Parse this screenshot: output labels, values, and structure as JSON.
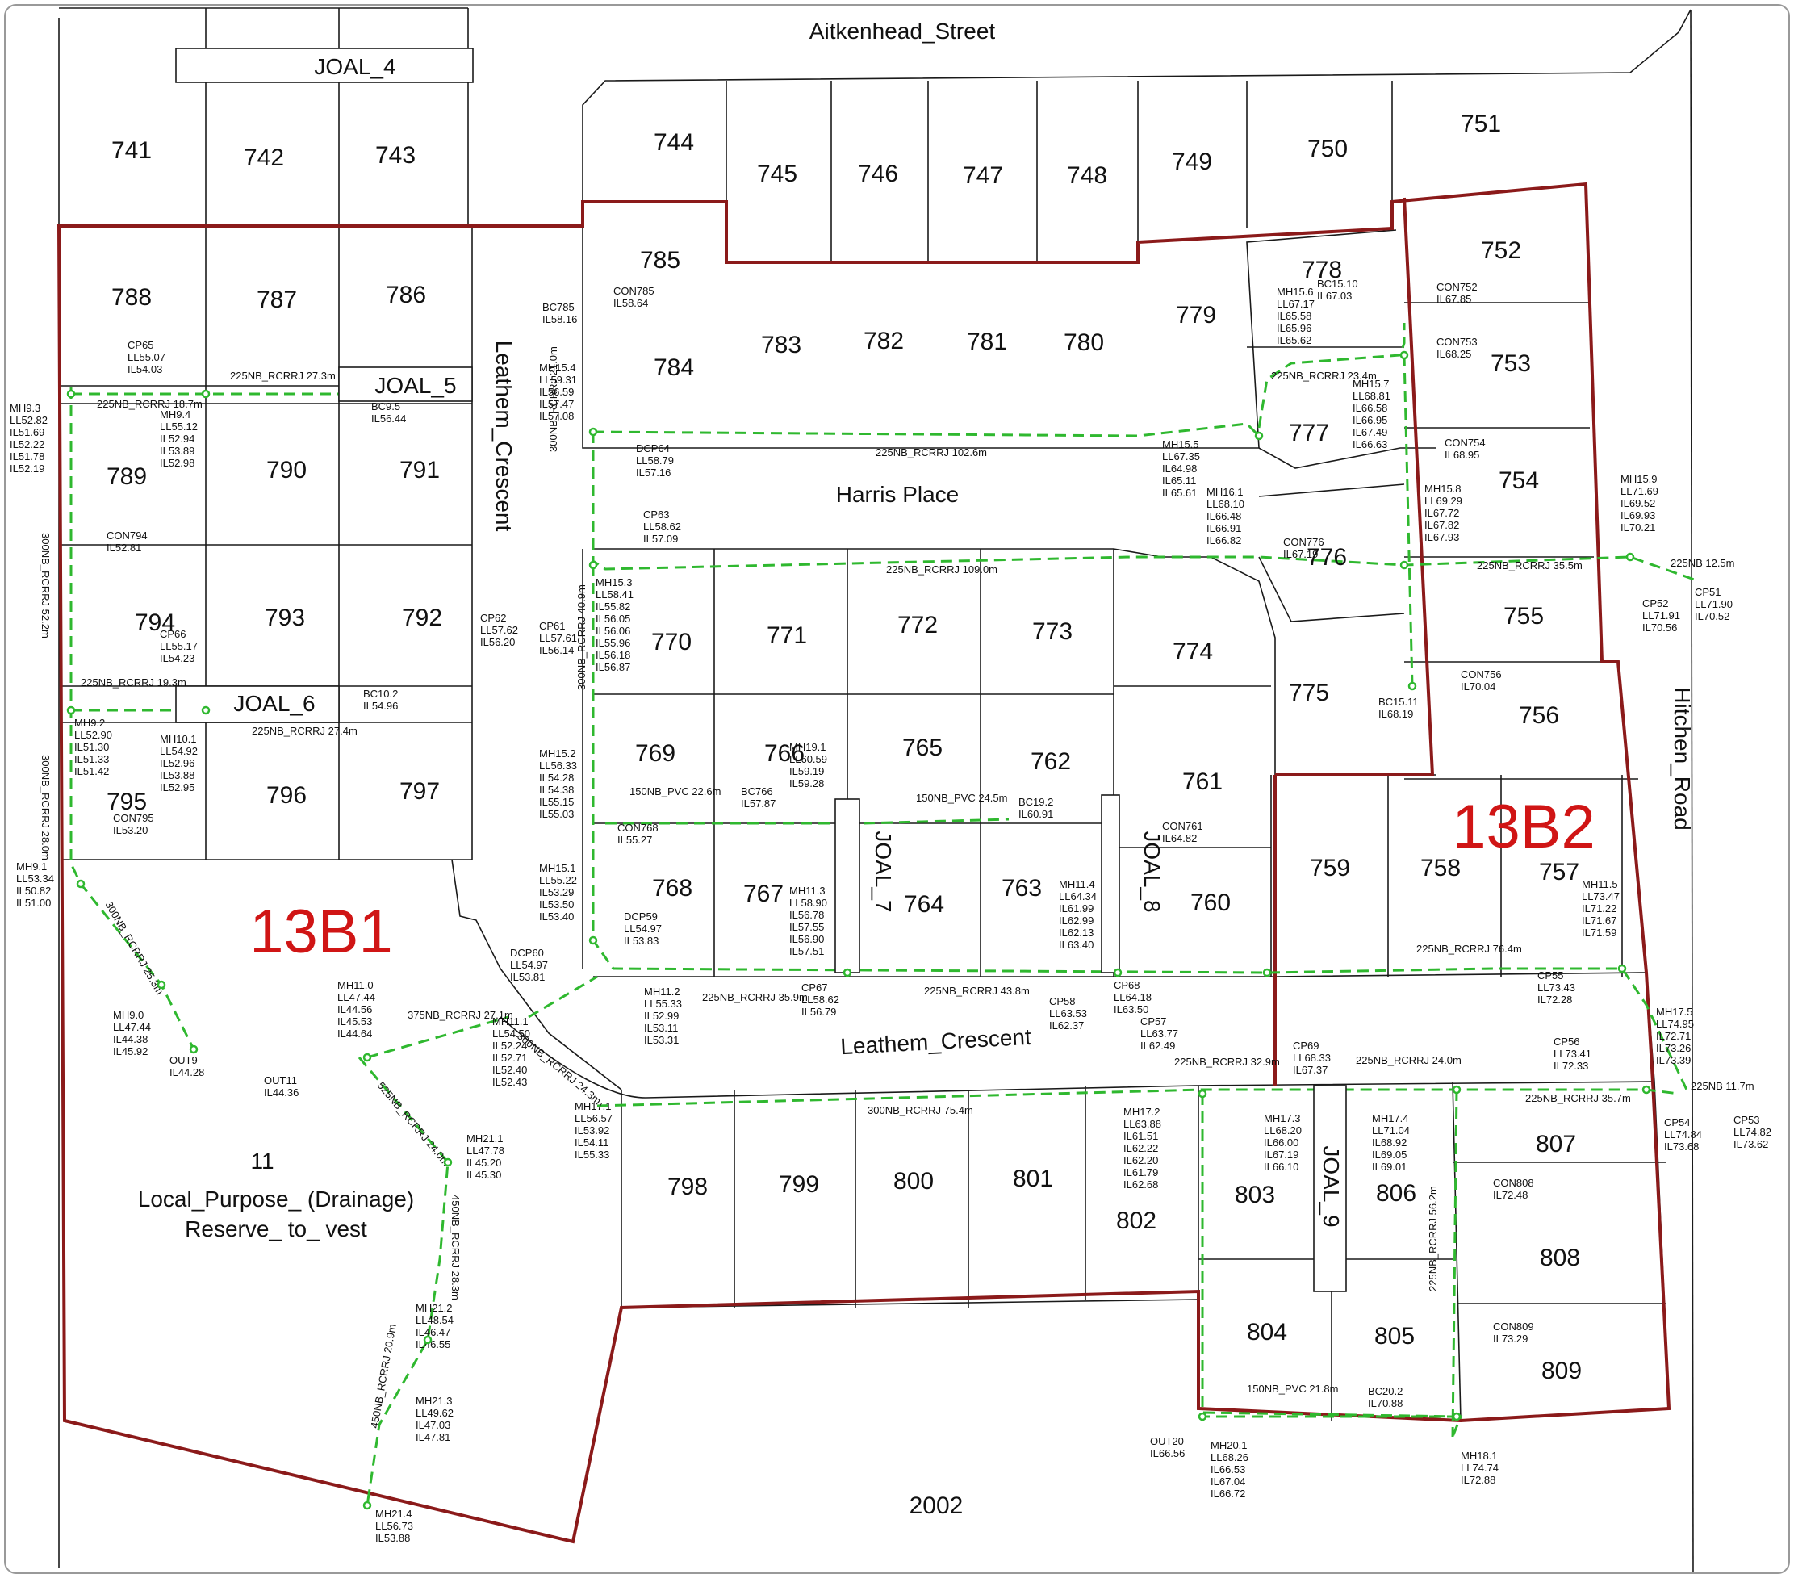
{
  "streets": {
    "aitkenhead": "Aitkenhead_Street",
    "harris": "Harris Place",
    "leathem_top": "Leathem_Crescent",
    "leathem_bottom": "Leathem_Crescent",
    "hitchen": "Hitchen_Road"
  },
  "stages": {
    "b1": "13B1",
    "b2": "13B2"
  },
  "joals": {
    "j4": "JOAL_4",
    "j5": "JOAL_5",
    "j6": "JOAL_6",
    "j7": "JOAL_7",
    "j8": "JOAL_8",
    "j9": "JOAL_9"
  },
  "reserve": {
    "number": "11",
    "line1": "Local_Purpose_ (Drainage)",
    "line2": "Reserve_ to_ vest"
  },
  "lots": {
    "l741": "741",
    "l742": "742",
    "l743": "743",
    "l744": "744",
    "l745": "745",
    "l746": "746",
    "l747": "747",
    "l748": "748",
    "l749": "749",
    "l750": "750",
    "l751": "751",
    "l752": "752",
    "l753": "753",
    "l754": "754",
    "l755": "755",
    "l756": "756",
    "l757": "757",
    "l758": "758",
    "l759": "759",
    "l760": "760",
    "l761": "761",
    "l762": "762",
    "l763": "763",
    "l764": "764",
    "l765": "765",
    "l766": "766",
    "l767": "767",
    "l768": "768",
    "l769": "769",
    "l770": "770",
    "l771": "771",
    "l772": "772",
    "l773": "773",
    "l774": "774",
    "l775": "775",
    "l776": "776",
    "l777": "777",
    "l778": "778",
    "l779": "779",
    "l780": "780",
    "l781": "781",
    "l782": "782",
    "l783": "783",
    "l784": "784",
    "l785": "785",
    "l786": "786",
    "l787": "787",
    "l788": "788",
    "l789": "789",
    "l790": "790",
    "l791": "791",
    "l792": "792",
    "l793": "793",
    "l794": "794",
    "l795": "795",
    "l796": "796",
    "l797": "797",
    "l798": "798",
    "l799": "799",
    "l800": "800",
    "l801": "801",
    "l802": "802",
    "l803": "803",
    "l804": "804",
    "l805": "805",
    "l806": "806",
    "l807": "807",
    "l808": "808",
    "l809": "809",
    "l2002": "2002"
  },
  "notes": {
    "mh93": [
      "MH9.3",
      "LL52.82",
      "IL51.69",
      "IL52.22",
      "IL51.78",
      "IL52.19"
    ],
    "mh92": [
      "MH9.2",
      "LL52.90",
      "IL51.30",
      "IL51.33",
      "IL51.42"
    ],
    "mh91": [
      "MH9.1",
      "LL53.34",
      "IL50.82",
      "IL51.00"
    ],
    "mh90": [
      "MH9.0",
      "LL47.44",
      "IL44.38",
      "IL45.92"
    ],
    "out9": [
      "OUT9",
      "IL44.28"
    ],
    "mh110": [
      "MH11.0",
      "LL47.44",
      "IL44.56",
      "IL45.53",
      "IL44.64"
    ],
    "out11": [
      "OUT11",
      "IL44.36"
    ],
    "mh111": [
      "MH11.1",
      "LL54.50",
      "IL52.24",
      "IL52.71",
      "IL52.40",
      "IL52.43"
    ],
    "mh112": [
      "MH11.2",
      "LL55.33",
      "IL52.99",
      "IL53.11",
      "IL53.31"
    ],
    "mh211": [
      "MH21.1",
      "LL47.78",
      "IL45.20",
      "IL45.30"
    ],
    "mh212": [
      "MH21.2",
      "LL48.54",
      "IL46.47",
      "IL46.55"
    ],
    "mh213": [
      "MH21.3",
      "LL49.62",
      "IL47.03",
      "IL47.81"
    ],
    "mh214": [
      "MH21.4",
      "LL56.73",
      "IL53.88"
    ],
    "mh171": [
      "MH17.1",
      "LL56.57",
      "IL53.92",
      "IL54.11",
      "IL55.33"
    ],
    "mh151": [
      "MH15.1",
      "LL55.22",
      "IL53.29",
      "IL53.50",
      "IL53.40"
    ],
    "mh152": [
      "MH15.2",
      "LL56.33",
      "IL54.28",
      "IL54.38",
      "IL55.15",
      "IL55.03"
    ],
    "mh153": [
      "MH15.3",
      "LL58.41",
      "IL55.82",
      "IL56.05",
      "IL56.06",
      "IL55.96",
      "IL56.18",
      "IL56.87"
    ],
    "mh154": [
      "MH15.4",
      "LL59.31",
      "IL56.59",
      "IL57.47",
      "IL57.08"
    ],
    "mh155": [
      "MH15.5",
      "LL67.35",
      "IL64.98",
      "IL65.11",
      "IL65.61"
    ],
    "mh156": [
      "MH15.6",
      "LL67.17",
      "IL65.58",
      "IL65.96",
      "IL65.62"
    ],
    "mh157": [
      "MH15.7",
      "LL68.81",
      "IL66.58",
      "IL66.95",
      "IL67.49",
      "IL66.63"
    ],
    "mh158": [
      "MH15.8",
      "LL69.29",
      "IL67.72",
      "IL67.82",
      "IL67.93"
    ],
    "mh159": [
      "MH15.9",
      "LL71.69",
      "IL69.52",
      "IL69.93",
      "IL70.21"
    ],
    "mh161": [
      "MH16.1",
      "LL68.10",
      "IL66.48",
      "IL66.91",
      "IL66.82"
    ],
    "mh94": [
      "MH9.4",
      "LL55.12",
      "IL52.94",
      "IL53.89",
      "IL52.98"
    ],
    "mh101": [
      "MH10.1",
      "LL54.92",
      "IL52.96",
      "IL53.88",
      "IL52.95"
    ],
    "mh113": [
      "MH11.3",
      "LL58.90",
      "IL56.78",
      "IL57.55",
      "IL56.90",
      "IL57.51"
    ],
    "mh114": [
      "MH11.4",
      "LL64.34",
      "IL61.99",
      "IL62.99",
      "IL62.13",
      "IL63.40"
    ],
    "mh115": [
      "MH11.5",
      "LL73.47",
      "IL71.22",
      "IL71.67",
      "IL71.59"
    ],
    "mh175": [
      "MH17.5",
      "LL74.95",
      "IL72.71",
      "IL73.26",
      "IL73.39"
    ],
    "mh172": [
      "MH17.2",
      "LL63.88",
      "IL61.51",
      "IL62.22",
      "IL62.20",
      "IL61.79",
      "IL62.68"
    ],
    "mh173": [
      "MH17.3",
      "LL68.20",
      "IL66.00",
      "IL67.19",
      "IL66.10"
    ],
    "mh174": [
      "MH17.4",
      "LL71.04",
      "IL68.92",
      "IL69.05",
      "IL69.01"
    ],
    "mh181": [
      "MH18.1",
      "LL74.74",
      "IL72.88"
    ],
    "mh201": [
      "MH20.1",
      "LL68.26",
      "IL66.53",
      "IL67.04",
      "IL66.72"
    ],
    "mh191": [
      "MH19.1",
      "LL60.59",
      "IL59.19",
      "IL59.28"
    ],
    "out20": [
      "OUT20",
      "IL66.56"
    ],
    "bc202": [
      "BC20.2",
      "IL70.88"
    ],
    "bc785": [
      "BC785",
      "IL58.16"
    ],
    "bc1510": [
      "BC15.10",
      "IL67.03"
    ],
    "bc1511": [
      "BC15.11",
      "IL68.19"
    ],
    "bc95": [
      "BC9.5",
      "IL56.44"
    ],
    "bc102": [
      "BC10.2",
      "IL54.96"
    ],
    "bc192": [
      "BC19.2",
      "IL60.91"
    ],
    "bc766": [
      "BC766",
      "IL57.87"
    ],
    "cp65": [
      "CP65",
      "LL55.07",
      "IL54.03"
    ],
    "cp66": [
      "CP66",
      "LL55.17",
      "IL54.23"
    ],
    "cp63": [
      "CP63",
      "LL58.62",
      "IL57.09"
    ],
    "cp62": [
      "CP62",
      "LL57.62",
      "IL56.20"
    ],
    "cp61": [
      "CP61",
      "LL57.61",
      "IL56.14"
    ],
    "cp67": [
      "CP67",
      "LL58.62",
      "IL56.79"
    ],
    "cp58": [
      "CP58",
      "LL63.53",
      "IL62.37"
    ],
    "cp57": [
      "CP57",
      "LL63.77",
      "IL62.49"
    ],
    "cp68": [
      "CP68",
      "LL64.18",
      "IL63.50"
    ],
    "cp69": [
      "CP69",
      "LL68.33",
      "IL67.37"
    ],
    "cp55": [
      "CP55",
      "LL73.43",
      "IL72.28"
    ],
    "cp56": [
      "CP56",
      "LL73.41",
      "IL72.33"
    ],
    "cp54": [
      "CP54",
      "LL74.84",
      "IL73.68"
    ],
    "cp53": [
      "CP53",
      "LL74.82",
      "IL73.62"
    ],
    "cp52": [
      "CP52",
      "LL71.91",
      "IL70.56"
    ],
    "cp51": [
      "CP51",
      "LL71.90",
      "IL70.52"
    ],
    "dcp64": [
      "DCP64",
      "LL58.79",
      "IL57.16"
    ],
    "dcp59": [
      "DCP59",
      "LL54.97",
      "IL53.83"
    ],
    "dcp60": [
      "DCP60",
      "LL54.97",
      "IL53.81"
    ],
    "con785": [
      "CON785",
      "IL58.64"
    ],
    "con752": [
      "CON752",
      "IL67.85"
    ],
    "con753": [
      "CON753",
      "IL68.25"
    ],
    "con754": [
      "CON754",
      "IL68.95"
    ],
    "con756": [
      "CON756",
      "IL70.04"
    ],
    "con776": [
      "CON776",
      "IL67.19"
    ],
    "con794": [
      "CON794",
      "IL52.81"
    ],
    "con795": [
      "CON795",
      "IL53.20"
    ],
    "con768": [
      "CON768",
      "IL55.27"
    ],
    "con761": [
      "CON761",
      "IL64.82"
    ],
    "con808": [
      "CON808",
      "IL72.48"
    ],
    "con809": [
      "CON809",
      "IL73.29"
    ]
  },
  "pipes": {
    "p1": "225NB_RCRRJ 18.7m",
    "p2": "225NB_RCRRJ 27.3m",
    "p3": "225NB_RCRRJ 102.6m",
    "p4": "225NB_RCRRJ 109.0m",
    "p5": "225NB_RCRRJ 23.4m",
    "p6": "225NB_RCRRJ 35.5m",
    "p7": "225NB_RCRRJ 19.3m",
    "p8": "225NB_RCRRJ 27.4m",
    "p9": "150NB_PVC 22.6m",
    "p10": "150NB_PVC 24.5m",
    "p11": "225NB_RCRRJ 35.9m",
    "p12": "225NB_RCRRJ 43.8m",
    "p13": "225NB_RCRRJ 76.4m",
    "p14": "375NB_RCRRJ 27.1m",
    "p15": "300NB_RCRRJ 75.4m",
    "p16": "225NB_RCRRJ 32.9m",
    "p17": "225NB_RCRRJ 24.0m",
    "p18": "225NB_RCRRJ 35.7m",
    "p19": "150NB_PVC 21.8m",
    "p20": "225NB 11.7m",
    "p21": "225NB 12.5m",
    "p22": "300NB_RCRRJ 25.3m",
    "p23": "300NB_RCRRJ 52.2m",
    "p24": "300NB_RCRRJ 28.0m",
    "p25": "300NB_RCRRJ 40.9m",
    "p26": "300NB_RCRRJ 21.0m",
    "p27": "300NB_RCRRJ 24.3m",
    "p28": "525NB_RCRRJ 24.0m",
    "p29": "450NB_RCRRJ 28.3m",
    "p30": "450NB_RCRRJ 20.9m",
    "p31": "225NB_RCRRJ 56.2m"
  },
  "colors": {
    "boundary": "#8b1a1a",
    "drain": "#2fb82f",
    "stage_label": "#d01515",
    "lines": "#1a1a1a"
  }
}
